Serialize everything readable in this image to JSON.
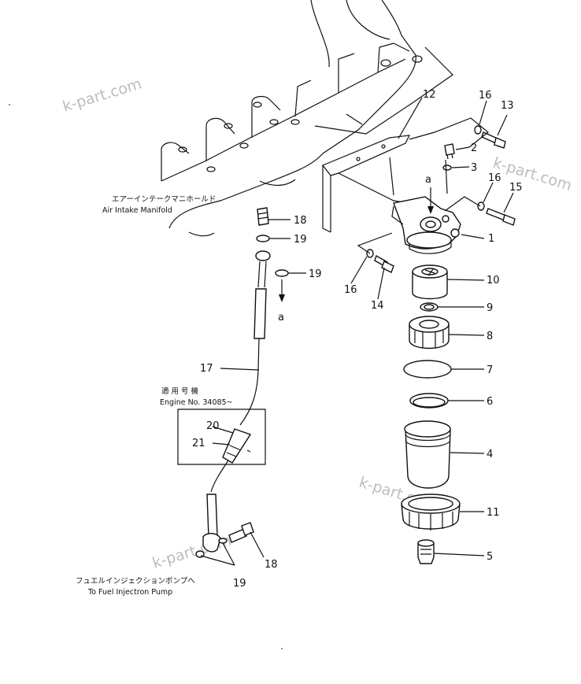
{
  "watermarks": [
    "k-part.com",
    "k-part.com",
    "k-part.com",
    "k-part.com"
  ],
  "notes": {
    "manifold_jp": "エアーインテークマニホールド",
    "manifold_en": "Air Intake Manifold",
    "engine_jp": "適 用 号 機",
    "engine_en": "Engine No. 34085~",
    "pump_jp": "フュエルインジェクションポンプへ",
    "pump_en": "To Fuel Injectron Pump"
  },
  "callouts": {
    "c1": "1",
    "c2": "2",
    "c3": "3",
    "c4": "4",
    "c5": "5",
    "c6": "6",
    "c7": "7",
    "c8": "8",
    "c9": "9",
    "c10": "10",
    "c11": "11",
    "c12": "12",
    "c13": "13",
    "c14": "14",
    "c15": "15",
    "c16a": "16",
    "c16b": "16",
    "c16c": "16",
    "c17": "17",
    "c18a": "18",
    "c18b": "18",
    "c19a": "19",
    "c19b": "19",
    "c19c": "19",
    "c20": "20",
    "c21": "21",
    "a1": "a",
    "a2": "a"
  }
}
